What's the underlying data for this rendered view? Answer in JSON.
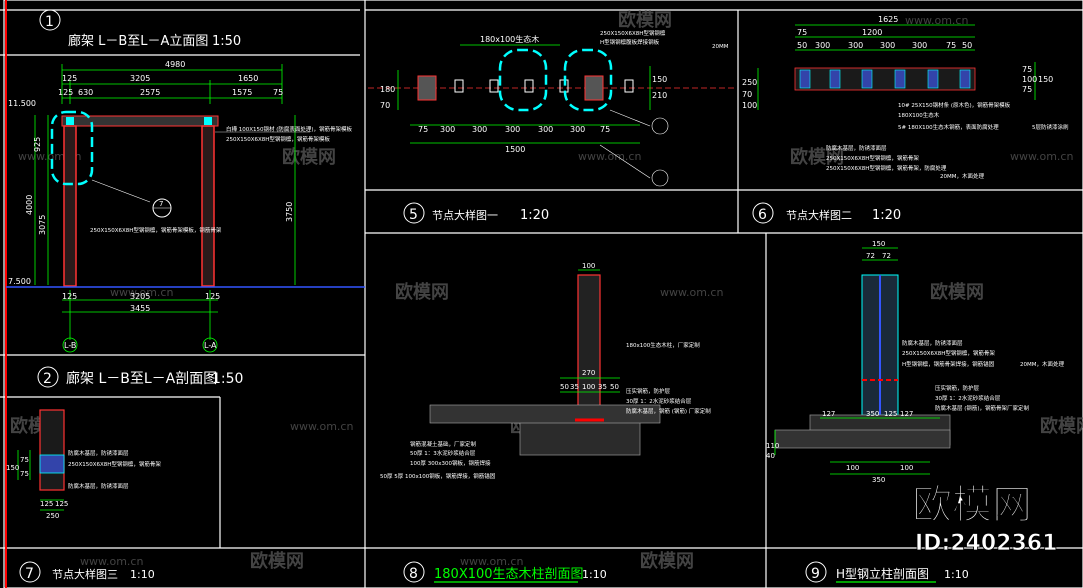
{
  "panels": {
    "p1": {
      "num": "1",
      "title": "廊架 L－B至L－A立面图",
      "scale": "1:50"
    },
    "p2": {
      "num": "2",
      "title": "廊架 L－B至L－A剖面图",
      "scale": "1:50"
    },
    "p5": {
      "num": "5",
      "title": "节点大样图一",
      "scale": "1:20"
    },
    "p6": {
      "num": "6",
      "title": "节点大样图二",
      "scale": "1:20"
    },
    "p7": {
      "num": "7",
      "title": "节点大样图三",
      "scale": "1:10"
    },
    "p8": {
      "num": "8",
      "title": "180X100生态木柱剖面图",
      "scale": "1:10"
    },
    "p9": {
      "num": "9",
      "title": "H型钢立柱剖面图",
      "scale": "1:10"
    }
  },
  "elevation": {
    "top_dims": [
      "4980",
      "125",
      "3205",
      "1650",
      "125",
      "630",
      "2575",
      "1575",
      "75"
    ],
    "levels": [
      "11.500",
      "7.500"
    ],
    "left_dims": [
      "925",
      "4000",
      "3075"
    ],
    "right_dims": [
      "3750"
    ],
    "bottom_dims": [
      "125",
      "3205",
      "125",
      "3455"
    ],
    "grid_a": "L-B",
    "grid_b": "L-A",
    "callout_num": "7",
    "notes": [
      "白樺 100X150钢材 (防腐表面处理)，钢筋骨架模板",
      "250X150X6X8H型钢钢檩，钢筋骨架模板",
      "250X150X6X8H型钢钢檩，钢筋骨架模板，钢筋骨架"
    ]
  },
  "detail1": {
    "dims_top": [
      "180x100生态木"
    ],
    "dims_bottom": [
      "75",
      "300",
      "300",
      "300",
      "300",
      "300",
      "75",
      "1500"
    ],
    "dims_right": [
      "150",
      "210"
    ],
    "dims_left": [
      "180",
      "70"
    ],
    "notes": [
      "250X150X6X8H型钢钢檩",
      "H型钢钢檩腹板焊接钢板",
      "20MM"
    ],
    "callout_num": "5"
  },
  "detail2": {
    "dims_top": [
      "1625",
      "1200",
      "75",
      "50",
      "300",
      "300",
      "300",
      "300",
      "75",
      "50"
    ],
    "dims_left": [
      "250",
      "70",
      "100"
    ],
    "dims_right": [
      "75",
      "100",
      "75",
      "150"
    ],
    "notes": [
      "10#  25X150钢材条 (原木色)，钢筋骨架模板",
      "180X100生态木",
      "5#  180X100生态木钢筋，表面防腐处理",
      "5层防锈漆涂刷",
      "防腐木基层，防锈漆面层",
      "250X150X6X8H型钢钢檩，钢筋骨架",
      "250X150X6X8H型钢钢檩，钢筋骨架，防腐处理",
      "20MM，木面处理"
    ],
    "callout_num": "6"
  },
  "detail3": {
    "dims_left": [
      "150",
      "75",
      "75"
    ],
    "dims_bottom": [
      "125",
      "125",
      "250"
    ],
    "notes": [
      "防腐木基层，防锈漆面层",
      "250X150X6X8H型钢钢檩，钢筋骨架",
      "防腐木基层，防锈漆面层"
    ]
  },
  "section180": {
    "dims_top": [
      "100"
    ],
    "dims_mid": [
      "270",
      "50",
      "35",
      "100",
      "35",
      "50"
    ],
    "notes": [
      "180x100生态木柱，厂家定制",
      "压实钢筋，防护层",
      "30厚 1：2水泥砂浆结合层",
      "防腐木基层，钢筋 (钢筋) 厂家定制",
      "钢筋混凝土基础，厂家定制",
      "50厚 1：3水泥砂浆结合层",
      "100厚 300x300钢板，钢筋焊接",
      "50厚 5厚 100x100钢板，钢筋焊接，钢筋锚固"
    ]
  },
  "sectionH": {
    "dims_top": [
      "150",
      "72",
      "72"
    ],
    "dims_mid": [
      "127",
      "350",
      "125",
      "127"
    ],
    "dims_bottom": [
      "100",
      "100",
      "350",
      "110",
      "40"
    ],
    "notes": [
      "防腐木基层，防锈漆面层",
      "250X150X6X8H型钢钢檩，钢筋骨架",
      "H型钢钢檩，钢筋骨架焊接，钢筋锚固",
      "20MM，木面处理",
      "压实钢筋，防护层",
      "30厚 1：2水泥砂浆结合层",
      "防腐木基层 (钢筋)，钢筋骨架厂家定制"
    ]
  },
  "watermark": {
    "brand": "欧模网",
    "url": "www.om.cn",
    "id_text": "ID:2402361"
  },
  "colors": {
    "background": "#000000",
    "frame": "#ffffff",
    "dimension": "#00ff00",
    "column": "#ff3333",
    "steel": "#00ffff",
    "text": "#ffffff",
    "note": "#ffffff",
    "grid_blue": "#3355ff",
    "marker_red": "#ff0000"
  }
}
